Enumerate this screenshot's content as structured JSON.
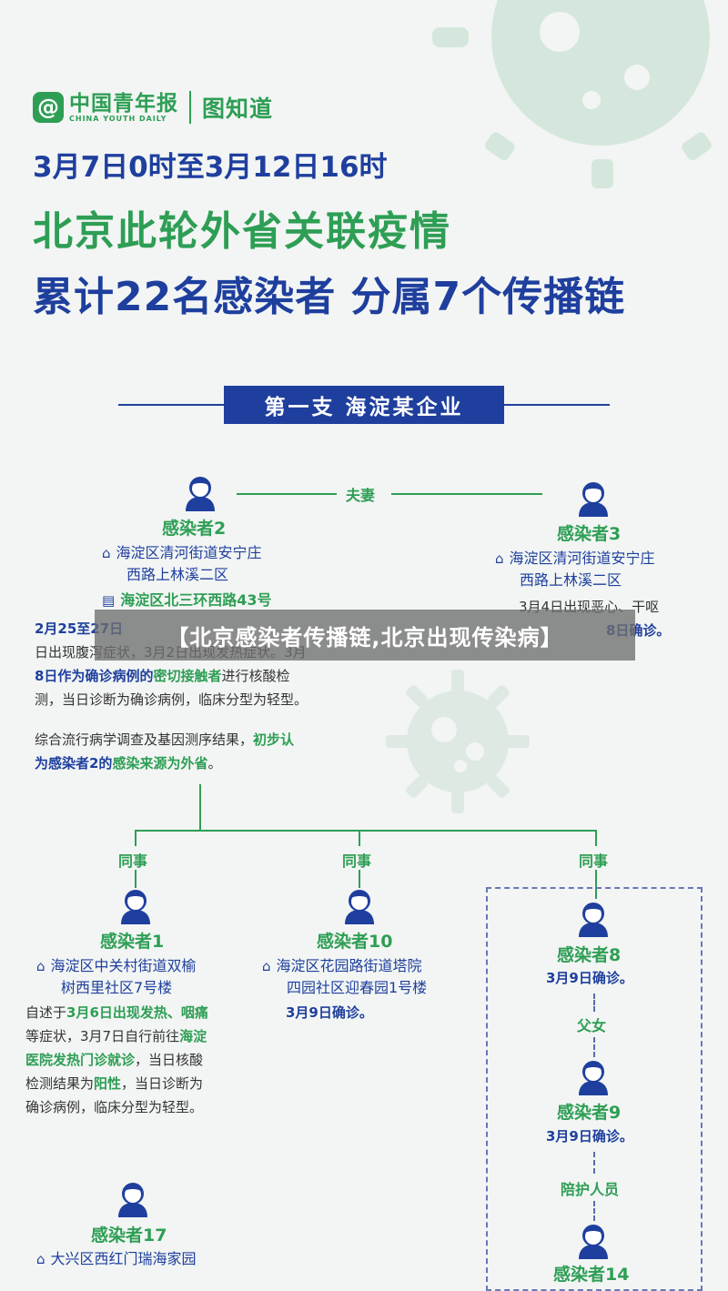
{
  "header": {
    "logo_mark": "@",
    "logo_cn": "中国青年报",
    "logo_en": "CHINA YOUTH DAILY",
    "brand": "图知道",
    "date_range": "3月7日0时至3月12日16时",
    "title_line1": "北京此轮外省关联疫情",
    "title_line2": "累计22名感染者 分属7个传播链"
  },
  "section": {
    "banner": "第一支 海淀某企业"
  },
  "relations": {
    "spouse": "夫妻",
    "colleague_left": "同事",
    "colleague_mid": "同事",
    "colleague_right": "同事",
    "father_daughter": "父女",
    "caregiver": "陪护人员"
  },
  "cases": {
    "c2": {
      "name": "感染者2",
      "home_1": "海淀区清河街道安宁庄",
      "home_2": "西路上林溪二区",
      "work": "海淀区北三环西路43号",
      "note_1a": "2月25至27日",
      "note_1b": "出现腹泻症状，3月2日出现发热症状。3月",
      "note_2a": "8日作为确诊病例的",
      "note_2b": "密切接触者",
      "note_2c": "进行核酸检",
      "note_3": "测，当日诊断为确诊病例，临床分型为轻型。",
      "note_4a": "综合流行病学调查及基因测序结果，",
      "note_4b": "初步认",
      "note_5a": "为感染者2的",
      "note_5b": "感染来源为外省",
      "note_5c": "。"
    },
    "c3": {
      "name": "感染者3",
      "home_1": "海淀区清河街道安宁庄",
      "home_2": "西路上林溪二区",
      "note_1": "3月4日出现恶心、干呕",
      "note_2": "8日确诊。"
    },
    "c1": {
      "name": "感染者1",
      "home_1": "海淀区中关村街道双榆",
      "home_2": "树西里社区7号楼",
      "note_1a": "自述于",
      "note_1b": "3月6日出现发热、咽痛",
      "note_2a": "等症状，3月7日自行前往",
      "note_2b": "海淀",
      "note_3a": "医院发热门诊就诊",
      "note_3b": "，当日核酸",
      "note_4a": "检测结果为",
      "note_4b": "阳性",
      "note_4c": "，当日诊断为",
      "note_5": "确诊病例，临床分型为轻型。"
    },
    "c10": {
      "name": "感染者10",
      "home_1": "海淀区花园路街道塔院",
      "home_2": "四园社区迎春园1号楼",
      "note": "3月9日确诊。"
    },
    "c8": {
      "name": "感染者8",
      "note": "3月9日确诊。"
    },
    "c9": {
      "name": "感染者9",
      "note": "3月9日确诊。"
    },
    "c17": {
      "name": "感染者17",
      "home_1": "大兴区西红门瑞海家园"
    },
    "c14": {
      "name": "感染者14"
    }
  },
  "overlay": {
    "caption": "【北京感染者传播链,北京出现传染病】"
  },
  "colors": {
    "green": "#2e9e55",
    "blue": "#1f3f9e",
    "virus": "#d5e7dc"
  },
  "icons": [
    "virus-icon",
    "person-icon",
    "home-icon",
    "work-icon"
  ]
}
